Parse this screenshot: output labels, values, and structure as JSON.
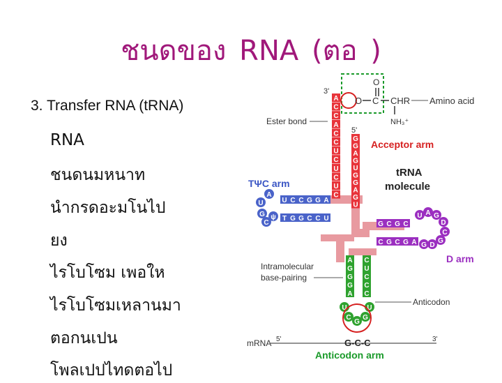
{
  "slide": {
    "title": "ชนดของ   RNA (ตอ  )",
    "subtitle": "3. Transfer RNA (tRNA)",
    "body_lines": [
      "RNA",
      "ชนดนมหนาท",
      "นำกรดอะมโนไป",
      "ยง",
      "ไรโบโซม เพอให",
      "ไรโบโซมเหลานมา",
      "ตอกนเปน",
      "โพลเปปไทดตอไป"
    ]
  },
  "figure": {
    "labels": {
      "amino_acid": "Amino acid",
      "ester_bond": "Ester bond",
      "acceptor_arm": "Acceptor arm",
      "trna_molecule_1": "tRNA",
      "trna_molecule_2": "molecule",
      "tpsic_arm": "TΨC arm",
      "d_arm": "D arm",
      "intramolecular_1": "Intramolecular",
      "intramolecular_2": "base-pairing",
      "anticodon": "Anticodon",
      "mrna": "mRNA",
      "anticodon_arm": "Anticodon arm",
      "three_prime": "3'",
      "five_prime": "5'",
      "mrna_5": "5'",
      "mrna_3": "3'",
      "chr": "CHR",
      "nh3": "NH₃⁺",
      "o_atom": "O",
      "c_atom": "C",
      "dbl_o": "O",
      "mrna_codon": "G-C-C"
    },
    "acceptor_left": [
      "A",
      "C",
      "C",
      "A",
      "C",
      "C",
      "U",
      "C",
      "U",
      "C",
      "U",
      "C"
    ],
    "acceptor_right": [
      "G",
      "G",
      "A",
      "G",
      "U",
      "G",
      "G",
      "A",
      "G",
      "U"
    ],
    "tpsic_top": [
      "U",
      "C",
      "C",
      "G",
      "G",
      "A"
    ],
    "tpsic_bottom": [
      "T",
      "G",
      "G",
      "C",
      "C",
      "U"
    ],
    "tpsic_loop": [
      "A",
      "U",
      "G",
      "C",
      "ψ"
    ],
    "d_top": [
      "G",
      "C",
      "G",
      "C"
    ],
    "d_bottom": [
      "C",
      "G",
      "C",
      "G",
      "A"
    ],
    "d_loop": [
      "U",
      "A",
      "G",
      "D",
      "C",
      "G",
      "D",
      "G"
    ],
    "anticodon_left": [
      "A",
      "G",
      "G",
      "G",
      "A"
    ],
    "anticodon_right": [
      "C",
      "U",
      "C",
      "C",
      "C"
    ],
    "anticodon_loop": [
      "U",
      "C",
      "G",
      "G",
      "U"
    ],
    "colors": {
      "title": "#a0187a",
      "acceptor": "#e8343a",
      "tpsic": "#4a63c9",
      "d_arm": "#9b2fc0",
      "anticodon": "#2fa22f",
      "link": "#e89aa0",
      "accent_red": "#d62020",
      "accent_green": "#1a9a2a"
    }
  }
}
